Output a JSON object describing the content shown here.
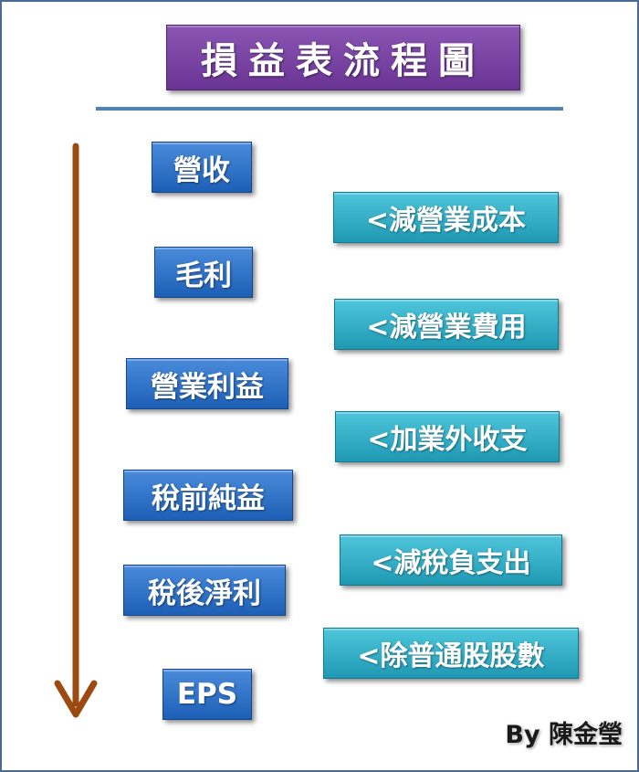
{
  "title": "損益表流程圖",
  "stages": [
    {
      "label": "營收"
    },
    {
      "label": "毛利"
    },
    {
      "label": "營業利益"
    },
    {
      "label": "稅前純益"
    },
    {
      "label": "稅後淨利"
    },
    {
      "label": "EPS"
    }
  ],
  "operations": [
    {
      "label": "<減營業成本"
    },
    {
      "label": "<減營業費用"
    },
    {
      "label": "<加業外收支"
    },
    {
      "label": "<減稅負支出"
    },
    {
      "label": "<除普通股股數"
    }
  ],
  "author": "By 陳金瑩",
  "colors": {
    "title_box": "#7b45a6",
    "stage_box": "#2e73c8",
    "operation_box": "#33b0c8",
    "divider": "#4f81bd",
    "arrow": "#9c4a10",
    "frame_border": "#4a6a94"
  },
  "icons": {
    "flow_arrow": "downward-arrow"
  }
}
